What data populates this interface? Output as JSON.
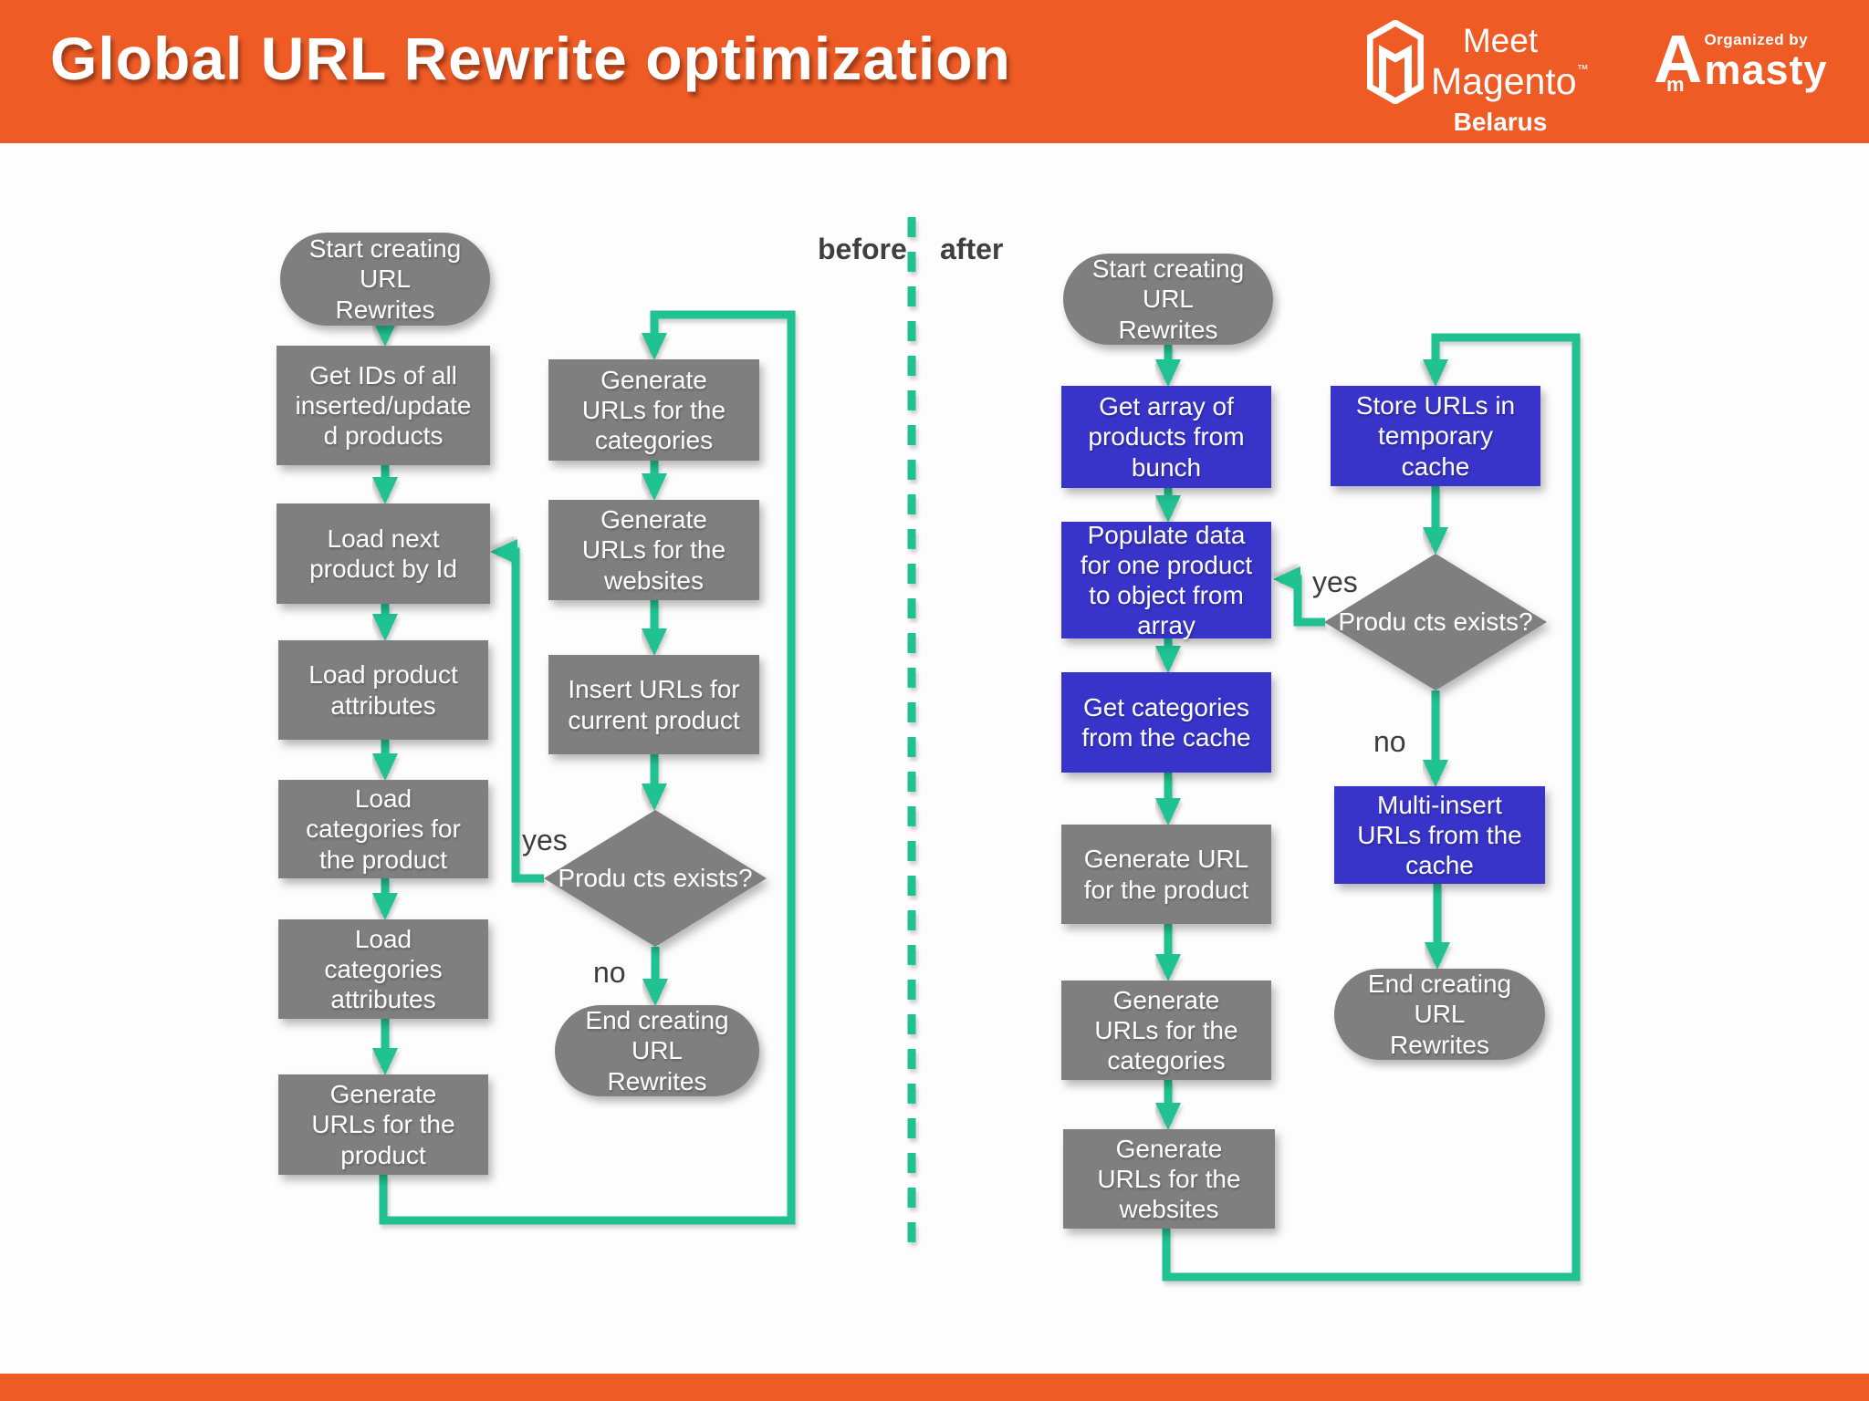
{
  "header": {
    "title": "Global URL Rewrite optimization",
    "meet_magento": {
      "meet": "Meet",
      "magento": "Magento",
      "tm": "™",
      "belarus": "Belarus"
    },
    "amasty": {
      "initial": "A",
      "small_m": "m",
      "organized_by": "Organized by",
      "brand": "masty"
    }
  },
  "labels": {
    "before": "before",
    "after": "after"
  },
  "colors": {
    "header_bg": "#EE5B25",
    "box_gray": "#7F7F7F",
    "box_blue": "#3834C9",
    "arrow_green": "#20C292",
    "label_text": "#3C3C3C",
    "box_text": "#FFFFFF"
  },
  "before_chart": {
    "side_label": "before",
    "nodes": {
      "start": "Start creating\nURL\nRewrites",
      "get_ids": "Get IDs of all\ninserted/update\nd products",
      "load_next": "Load next\nproduct by Id",
      "load_attrs": "Load product\nattributes",
      "load_cats": "Load\ncategories for\nthe product",
      "load_cat_attrs": "Load\ncategories\nattributes",
      "gen_product": "Generate\nURLs for the\nproduct",
      "gen_categories": "Generate\nURLs for the\ncategories",
      "gen_websites": "Generate\nURLs for the\nwebsites",
      "insert_current": "Insert URLs for\ncurrent product",
      "decision": "Produ\ncts\nexists?",
      "end": "End creating\nURL\nRewrites"
    },
    "branch_labels": {
      "yes": "yes",
      "no": "no"
    }
  },
  "after_chart": {
    "side_label": "after",
    "nodes": {
      "start": "Start creating\nURL\nRewrites",
      "get_array": "Get array of\nproducts from\nbunch",
      "populate": "Populate data\nfor one product\nto object from\narray",
      "get_cats_cache": "Get categories\nfrom the cache",
      "gen_url_product": "Generate URL\nfor the product",
      "gen_urls_categories": "Generate\nURLs for the\ncategories",
      "gen_urls_websites": "Generate\nURLs for the\nwebsites",
      "store_urls": "Store URLs in\ntemporary\ncache",
      "decision": "Produ\ncts\nexists?",
      "multi_insert": "Multi-insert\nURLs from the\ncache",
      "end": "End creating\nURL\nRewrites"
    },
    "branch_labels": {
      "yes": "yes",
      "no": "no"
    }
  }
}
